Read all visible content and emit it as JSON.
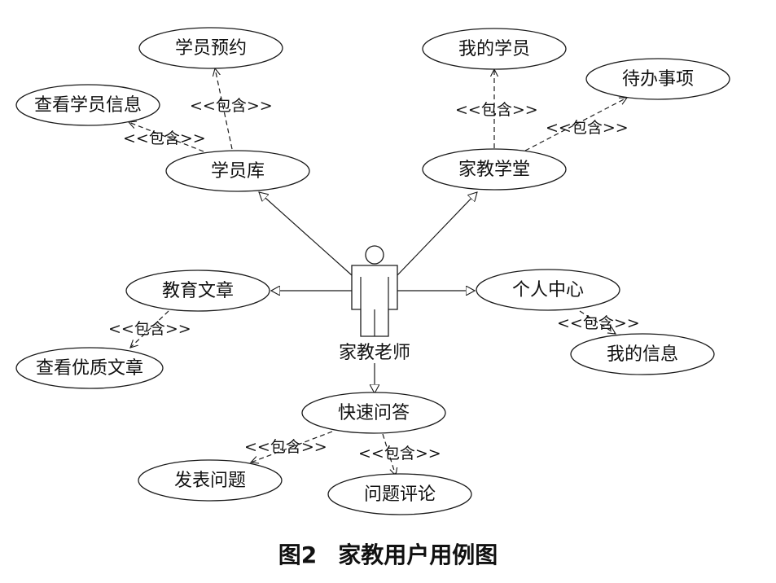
{
  "actor": {
    "label": "家教老师"
  },
  "use_cases": {
    "student_booking": "学员预约",
    "view_student_info": "查看学员信息",
    "student_library": "学员库",
    "my_students": "我的学员",
    "todo_items": "待办事项",
    "tutor_hall": "家教学堂",
    "edu_articles": "教育文章",
    "view_quality_articles": "查看优质文章",
    "personal_center": "个人中心",
    "my_info": "我的信息",
    "quick_qa": "快速问答",
    "post_question": "发表问题",
    "question_comment": "问题评论"
  },
  "relation_label": "<<包含>>",
  "caption": {
    "figure_number": "图2",
    "title": "家教用户用例图"
  }
}
